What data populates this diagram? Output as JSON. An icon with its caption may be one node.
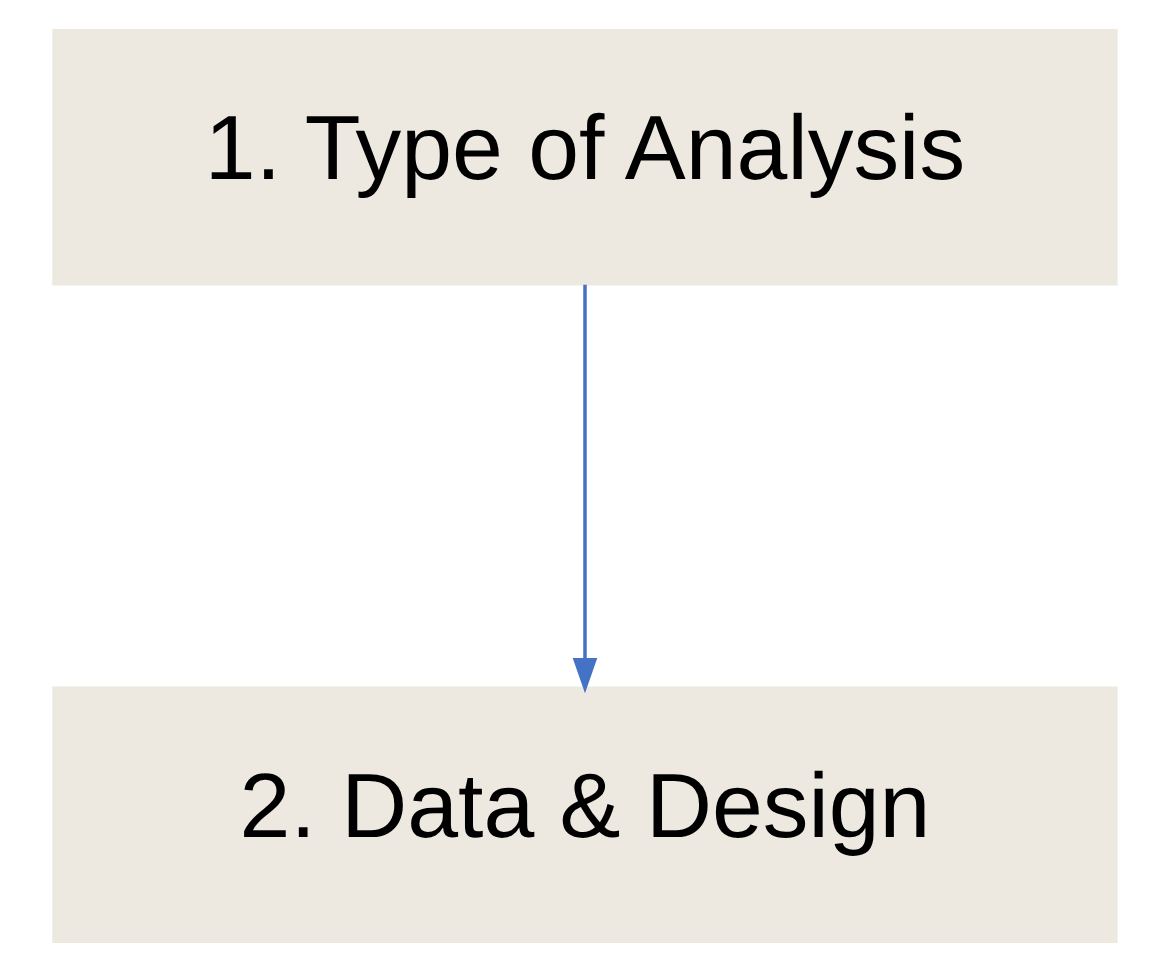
{
  "diagram": {
    "nodes": [
      {
        "text": [
          "1. Type of Analysis"
        ]
      },
      {
        "text": [
          "2. Data & Design"
        ]
      }
    ],
    "edges": [
      {
        "from": 0,
        "to": 1,
        "arrow": "to"
      }
    ]
  }
}
